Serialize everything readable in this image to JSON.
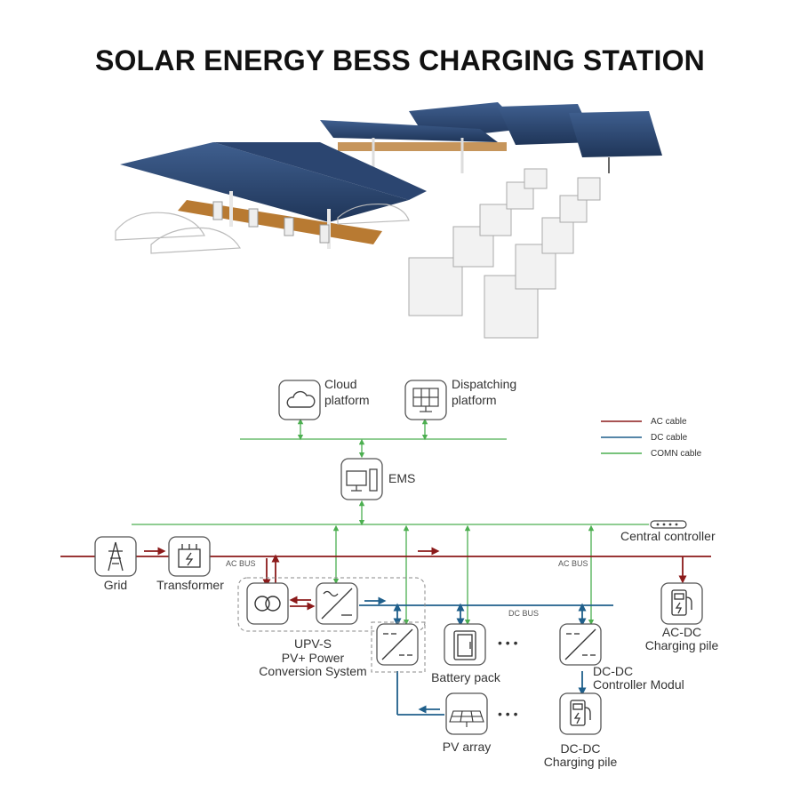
{
  "title": "SOLAR ENERGY BESS CHARGING STATION",
  "legend": {
    "ac_label": "AC cable",
    "dc_label": "DC cable",
    "comn_label": "COMN cable",
    "colors": {
      "ac": "#8b1a1a",
      "dc": "#1f5f8b",
      "comn": "#4caf50"
    }
  },
  "nodes": {
    "cloud": {
      "line1": "Cloud",
      "line2": "platform",
      "icon": "cloud-icon"
    },
    "dispatching": {
      "line1": "Dispatching",
      "line2": "platform",
      "icon": "monitor-icon"
    },
    "ems": {
      "label": "EMS",
      "icon": "computer-icon"
    },
    "central_controller": {
      "label": "Central controller",
      "icon": "controller-icon"
    },
    "grid": {
      "label": "Grid",
      "icon": "transmission-tower-icon"
    },
    "transformer": {
      "label": "Transformer",
      "icon": "transformer-icon"
    },
    "upv": {
      "line1": "UPV-S",
      "line2": "PV+ Power",
      "line3": "Conversion System"
    },
    "battery": {
      "label": "Battery pack",
      "icon": "battery-icon"
    },
    "pv": {
      "label": "PV array",
      "icon": "solar-panel-icon"
    },
    "dcdc_module": {
      "line1": "DC-DC",
      "line2": "Controller Modul"
    },
    "dcdc_pile": {
      "line1": "DC-DC",
      "line2": "Charging pile",
      "icon": "charger-icon"
    },
    "acdc_pile": {
      "line1": "AC-DC",
      "line2": "Charging pile",
      "icon": "charger-icon"
    }
  },
  "bus_labels": {
    "ac_bus_left": "AC BUS",
    "ac_bus_right": "AC BUS",
    "dc_bus": "DC BUS"
  },
  "ellipsis": "• • •"
}
